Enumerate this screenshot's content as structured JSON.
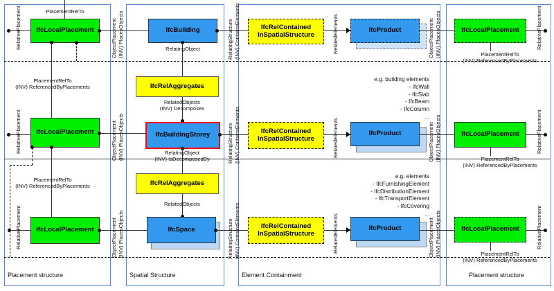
{
  "diagram": {
    "title": "IFC Spatial Containment and Placement Structure",
    "panels": [
      {
        "name": "placement-structure-left",
        "label": "Placement structure"
      },
      {
        "name": "spatial-structure",
        "label": "Spatial Structure"
      },
      {
        "name": "element-containment",
        "label": "Element Containment"
      },
      {
        "name": "placement-structure-right",
        "label": "Placement structure"
      }
    ],
    "colors": {
      "green": "#00ee00",
      "blue": "#3399ee",
      "yellow": "#ffff00",
      "panel_border": "#5b87d6",
      "highlight_red": "#ff0000",
      "shadow_blue": "#bcd8f5"
    },
    "rows": [
      {
        "name": "building-row",
        "placement_left": "IfcLocalPlacement",
        "spatial_entity": "IfcBuilding",
        "relation": "IfcRelContained\nInSpatialStructure",
        "product": "IfcProduct",
        "placement_right": "IfcLocalPlacement"
      },
      {
        "name": "building-storey-row",
        "placement_left": "IfcLocalPlacement",
        "aggregate": "IfcRelAggregates",
        "spatial_entity": "IfcBuildingStorey",
        "relation": "IfcRelContained\nInSpatialStructure",
        "product": "IfcProduct",
        "placement_right": "IfcLocalPlacement"
      },
      {
        "name": "space-row",
        "placement_left": "IfcLocalPlacement",
        "aggregate": "IfcRelAggregates",
        "spatial_entity": "IfcSpace",
        "relation": "IfcRelContained\nInSpatialStructure",
        "product": "IfcProduct",
        "placement_right": "IfcLocalPlacement"
      }
    ],
    "entities": {
      "ifc_local_placement": "IfcLocalPlacement",
      "ifc_building": "IfcBuilding",
      "ifc_building_storey": "IfcBuildingStorey",
      "ifc_space": "IfcSpace",
      "ifc_product": "IfcProduct",
      "ifc_rel_aggregates": "IfcRelAggregates",
      "ifc_rel_contained_line1": "IfcRelContained",
      "ifc_rel_contained_line2": "InSpatialStructure"
    },
    "attribute_labels": {
      "placement_rel_to": "PlacementRelTo",
      "placement_rel_to_inv_l1": "PlacementRelTo",
      "placement_rel_to_inv_l2": "(INV) ReferencedByPlacements",
      "relative_placement": "RelativePlacement",
      "object_placement_l1": "ObjectPlacement",
      "object_placement_l2": "(INV) PlacesObjects",
      "relating_object": "RelatingObject",
      "relating_object_inv_l1": "RelatingObject",
      "relating_object_inv_l2": "(INV) IsDecomposedBy",
      "related_objects": "RelatedObjects",
      "related_objects_inv_l1": "RelatedObjects",
      "related_objects_inv_l2": "(INV) Decomposes",
      "relating_structure_l1": "RelatingStructure",
      "relating_structure_l2": "(INV) ContainsElements",
      "related_elements": "RelatedElements"
    },
    "notes": {
      "building_elements": {
        "heading": "e.g. building elements",
        "items": [
          "- IfcWall",
          "- IfcSlab",
          "- IfcBeam",
          "- IfcColumn",
          "..."
        ]
      },
      "elements": {
        "heading": "e.g. elements",
        "items": [
          "- IfcFurnishingElement",
          "- IfcDistributionElement",
          "- IfcTransportElement",
          "- IfcCovering",
          "..."
        ]
      }
    },
    "note_text": {
      "building_elements": "e.g. building elements\n- IfcWall\n- IfcSlab\n- IfcBeam\n- IfcColumn\n...",
      "elements": "e.g. elements\n- IfcFurnishingElement\n- IfcDistributionElement\n- IfcTransportElement\n- IfcCovering\n..."
    }
  }
}
